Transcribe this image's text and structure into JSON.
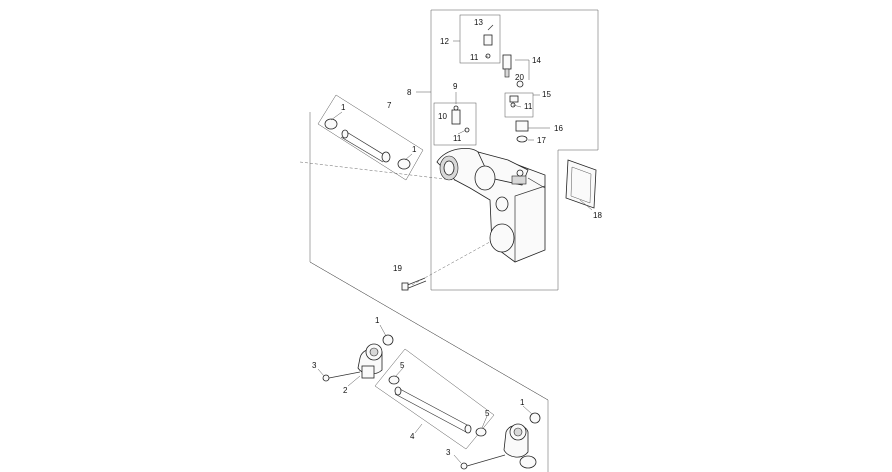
{
  "callouts": [
    {
      "id": "c13",
      "text": "13"
    },
    {
      "id": "c12",
      "text": "12"
    },
    {
      "id": "c11a",
      "text": "11"
    },
    {
      "id": "c14",
      "text": "14"
    },
    {
      "id": "c20",
      "text": "20"
    },
    {
      "id": "c8",
      "text": "8"
    },
    {
      "id": "c15",
      "text": "15"
    },
    {
      "id": "c11b",
      "text": "11"
    },
    {
      "id": "c9",
      "text": "9"
    },
    {
      "id": "c10",
      "text": "10"
    },
    {
      "id": "c16",
      "text": "16"
    },
    {
      "id": "c17",
      "text": "17"
    },
    {
      "id": "c11c",
      "text": "11"
    },
    {
      "id": "c7",
      "text": "7"
    },
    {
      "id": "c1a",
      "text": "1"
    },
    {
      "id": "c1b",
      "text": "1"
    },
    {
      "id": "c18",
      "text": "18"
    },
    {
      "id": "c19",
      "text": "19"
    },
    {
      "id": "c1c",
      "text": "1"
    },
    {
      "id": "c3a",
      "text": "3"
    },
    {
      "id": "c2",
      "text": "2"
    },
    {
      "id": "c5a",
      "text": "5"
    },
    {
      "id": "c5b",
      "text": "5"
    },
    {
      "id": "c4",
      "text": "4"
    },
    {
      "id": "c1d",
      "text": "1"
    },
    {
      "id": "c3b",
      "text": "3"
    }
  ]
}
